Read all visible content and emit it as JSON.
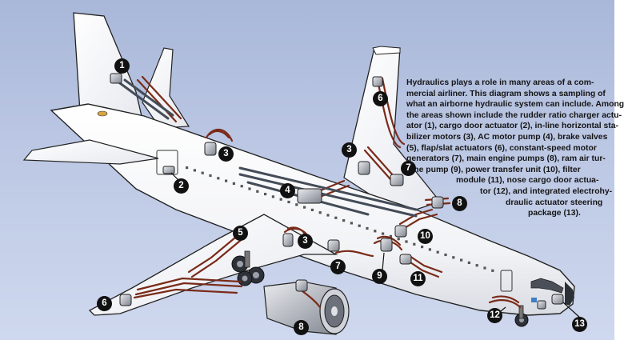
{
  "caption": {
    "lines": [
      "Hydraulics plays a role in many areas of a com-",
      "mercial airliner. This diagram shows a sampling of",
      "what an airborne hydraulic system can include. Among",
      "the areas shown include the rudder ratio charger actu-",
      "ator (1), cargo door actuator (2), in-line horizontal sta-",
      "bilizer motors (3), AC motor pump (4), brake valves",
      "(5), flap/slat actuators (6), constant-speed motor",
      "generators (7), main engine pumps (8), ram air tur-",
      "bine pump (9), power transfer unit (10), filter",
      "module (11), nose cargo door actua-",
      "tor (12), and integrated electrohy-",
      "draulic actuator steering",
      "package (13)."
    ]
  },
  "callouts": [
    {
      "id": "c1a",
      "label": "1"
    },
    {
      "id": "c2a",
      "label": "2"
    },
    {
      "id": "c3a",
      "label": "3"
    },
    {
      "id": "c3b",
      "label": "3"
    },
    {
      "id": "c3c",
      "label": "3"
    },
    {
      "id": "c4a",
      "label": "4"
    },
    {
      "id": "c5a",
      "label": "5"
    },
    {
      "id": "c6a",
      "label": "6"
    },
    {
      "id": "c6b",
      "label": "6"
    },
    {
      "id": "c7a",
      "label": "7"
    },
    {
      "id": "c7b",
      "label": "7"
    },
    {
      "id": "c8a",
      "label": "8"
    },
    {
      "id": "c8b",
      "label": "8"
    },
    {
      "id": "c9a",
      "label": "9"
    },
    {
      "id": "c10a",
      "label": "10"
    },
    {
      "id": "c11a",
      "label": "11"
    },
    {
      "id": "c12a",
      "label": "12"
    },
    {
      "id": "c13a",
      "label": "13"
    }
  ],
  "colors": {
    "background_top": "#a9b7d9",
    "background_bottom": "#cfd8ee",
    "airframe": "#ffffff",
    "outline": "#222222",
    "hydraulic_line": "#7a2a18",
    "component_grey": "#8a8f99",
    "callout_fill": "#111111",
    "callout_text": "#ffffff"
  }
}
